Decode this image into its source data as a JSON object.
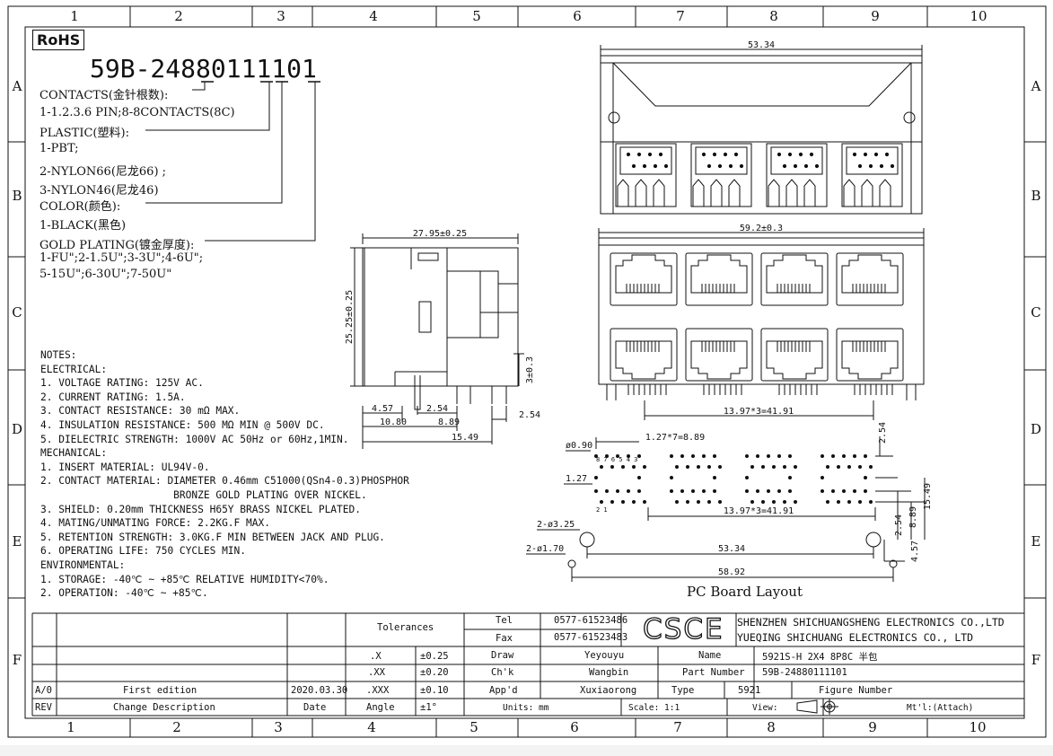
{
  "zones": {
    "columns": [
      "1",
      "2",
      "3",
      "4",
      "5",
      "6",
      "7",
      "8",
      "9",
      "10"
    ],
    "rows": [
      "A",
      "B",
      "C",
      "D",
      "E",
      "F"
    ]
  },
  "rohs": "RoHS",
  "part_number_code": "59B-24880111101",
  "spec": {
    "contacts_label": "CONTACTS(金针根数):",
    "contacts_value": "1-1.2.3.6 PIN;8-8CONTACTS(8C)",
    "plastic_label": "PLASTIC(塑料):",
    "plastic_1": "1-PBT;",
    "plastic_2": "2-NYLON66(尼龙66) ;",
    "plastic_3": "3-NYLON46(尼龙46)",
    "color_label": "COLOR(颜色):",
    "color_1": "1-BLACK(黑色)",
    "gold_label": "GOLD PLATING(镀金厚度):",
    "gold_1": "1-FU\";2-1.5U\";3-3U\";4-6U\";",
    "gold_2": "5-15U\";6-30U\";7-50U\""
  },
  "notes": [
    "NOTES:",
    "ELECTRICAL:",
    "1. VOLTAGE RATING: 125V AC.",
    "2. CURRENT RATING: 1.5A.",
    "3. CONTACT RESISTANCE: 30 mΩ MAX.",
    "4. INSULATION RESISTANCE: 500 MΩ MIN @ 500V DC.",
    "5. DIELECTRIC STRENGTH: 1000V AC 50Hz or 60Hz,1MIN.",
    "MECHANICAL:",
    "1. INSERT MATERIAL: UL94V-0.",
    "2. CONTACT MATERIAL: DIAMETER 0.46mm C51000(QSn4-0.3)PHOSPHOR",
    "                      BRONZE GOLD PLATING OVER NICKEL.",
    "3. SHIELD: 0.20mm THICKNESS H65Y BRASS NICKEL PLATED.",
    "4. MATING/UNMATING FORCE: 2.2KG.F MAX.",
    "5. RETENTION STRENGTH: 3.0KG.F MIN BETWEEN JACK AND PLUG.",
    "6. OPERATING LIFE: 750 CYCLES MIN.",
    "ENVIRONMENTAL:",
    "1. STORAGE: -40℃ ~ +85℃ RELATIVE HUMIDITY<70%.",
    "2. OPERATION: -40℃ ~ +85℃."
  ],
  "dims": {
    "top_width": "53.34",
    "front_width": "59.2±0.3",
    "front_pitch": "13.97*3=41.91",
    "side_depth": "27.95±0.25",
    "side_height": "25.25±0.25",
    "side_3": "3±0.3",
    "side_457": "4.57",
    "side_254a": "2.54",
    "side_1080": "10.80",
    "side_889": "8.89",
    "side_254b": "2.54",
    "side_1549": "15.49",
    "pcb_090": "ø0.90",
    "pcb_127x7": "1.27*7=8.89",
    "pcb_254": "2.54",
    "pcb_127": "1.27",
    "pcb_pitch": "13.97*3=41.91",
    "pcb_325": "2-ø3.25",
    "pcb_170": "2-ø1.70",
    "pcb_5334": "53.34",
    "pcb_5892": "58.92",
    "pcb_254b": "2.54",
    "pcb_889": "8.89",
    "pcb_1549": "15.49",
    "pcb_457": "4.57",
    "pin_nums_a": "8 7 6 5 4 3",
    "pin_nums_b": "2 1"
  },
  "pcb_caption": "PC Board Layout",
  "title_block": {
    "tolerances": "Tolerances",
    "tol_x": ".X",
    "tol_x_val": "±0.25",
    "tol_xx": ".XX",
    "tol_xx_val": "±0.20",
    "tol_xxx": ".XXX",
    "tol_xxx_val": "±0.10",
    "angle": "Angle",
    "angle_val": "±1°",
    "tel_label": "Tel",
    "tel": "0577-61523486",
    "fax_label": "Fax",
    "fax": "0577-61523483",
    "draw_label": "Draw",
    "draw": "Yeyouyu",
    "chk_label": "Ch'k",
    "chk": "Wangbin",
    "appd_label": "App'd",
    "appd": "Xuxiaorong",
    "units": "Units: mm",
    "scale": "Scale: 1:1",
    "view": "View:",
    "logo": "CSCE",
    "company_1": "SHENZHEN SHICHUANGSHENG ELECTRONICS CO.,LTD",
    "company_2": "YUEQING SHICHUANG ELECTRONICS CO., LTD",
    "name_label": "Name",
    "name": "5921S-H 2X4 8P8C 半包",
    "pn_label": "Part Number",
    "pn": "59B-24880111101",
    "type_label": "Type",
    "type": "5921",
    "figure_label": "Figure Number",
    "mt": "Mt'l:(Attach)",
    "rev_ao": "A/0",
    "rev_desc": "First edition",
    "rev_date": "2020.03.30",
    "rev_label": "REV",
    "change_desc": "Change Description",
    "date_label": "Date"
  }
}
